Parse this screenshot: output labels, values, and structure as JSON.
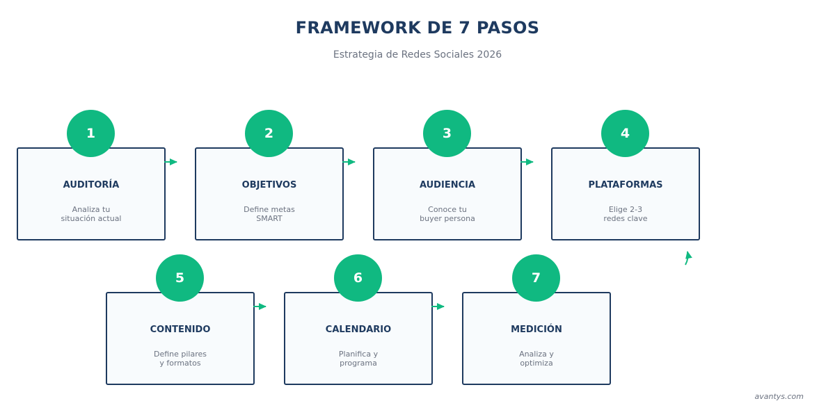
{
  "header": {
    "title": "FRAMEWORK DE 7 PASOS",
    "subtitle": "Estrategia de Redes Sociales 2026"
  },
  "steps": [
    {
      "number": "1",
      "title": "AUDITORÍA",
      "desc_lines": [
        "Analiza tu",
        "situación actual"
      ]
    },
    {
      "number": "2",
      "title": "OBJETIVOS",
      "desc_lines": [
        "Define metas",
        "SMART"
      ]
    },
    {
      "number": "3",
      "title": "AUDIENCIA",
      "desc_lines": [
        "Conoce tu",
        "buyer persona"
      ]
    },
    {
      "number": "4",
      "title": "PLATAFORMAS",
      "desc_lines": [
        "Elige 2-3",
        "redes clave"
      ]
    },
    {
      "number": "5",
      "title": "CONTENIDO",
      "desc_lines": [
        "Define pilares",
        "y formatos"
      ]
    },
    {
      "number": "6",
      "title": "CALENDARIO",
      "desc_lines": [
        "Planifica y",
        "programa"
      ]
    },
    {
      "number": "7",
      "title": "MEDICIÓN",
      "desc_lines": [
        "Analiza y",
        "optimiza"
      ]
    }
  ],
  "footer": {
    "watermark": "avantys.com"
  },
  "colors": {
    "accent": "#10b981",
    "navy": "#1e3a5f",
    "muted": "#6b7280",
    "box_fill": "#f8fbfd"
  }
}
